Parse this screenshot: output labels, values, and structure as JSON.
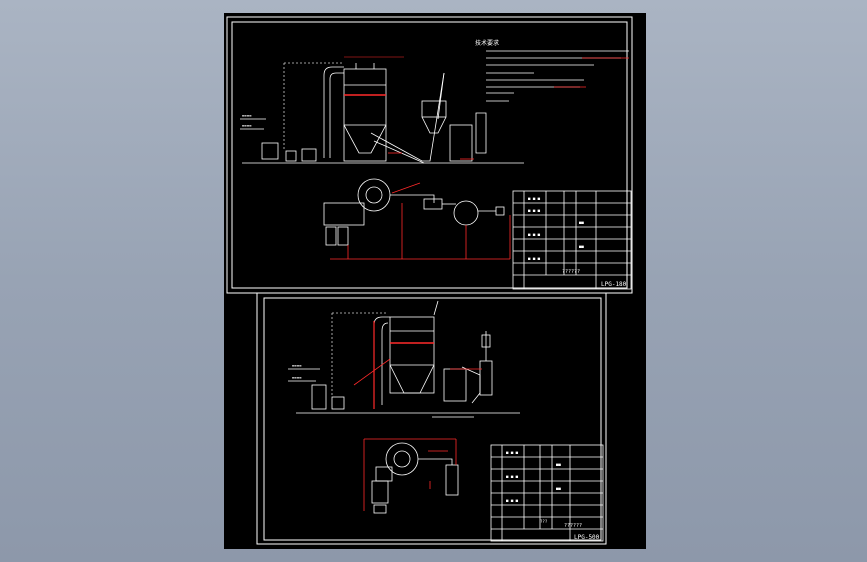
{
  "viewport": {
    "background": "#000000",
    "app_background": "#9aa5b6"
  },
  "colors": {
    "line": "#ffffff",
    "accent": "#ff2a2a",
    "dim": "#cfcfcf"
  },
  "sheet_top": {
    "notes_title": "技术要求",
    "drawing_no": "LPG-180",
    "title_text": "??????"
  },
  "sheet_bottom": {
    "drawing_no": "LPG-500",
    "title_text": "??????",
    "mid_text": "???"
  }
}
